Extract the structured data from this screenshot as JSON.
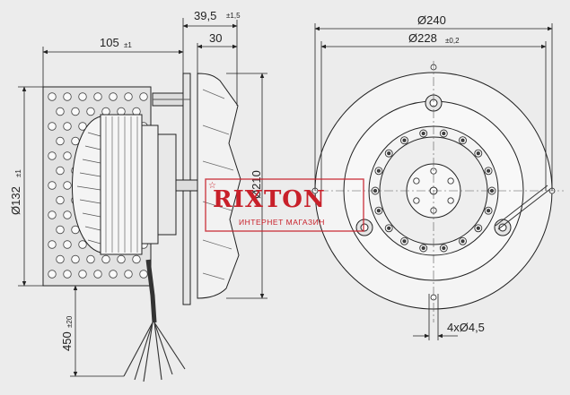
{
  "dimensions": {
    "width_105": "105",
    "width_105_tol": "±1",
    "offset_39_5": "39,5",
    "offset_39_5_tol": "±1,5",
    "width_30": "30",
    "dia_240": "Ø240",
    "dia_228": "Ø228",
    "dia_228_tol": "±0,2",
    "dia_210": "Ø210",
    "dia_132": "Ø132",
    "dia_132_tol": "±1",
    "cable_450": "450",
    "cable_450_tol": "±20",
    "holes": "4xØ4,5"
  },
  "watermark": {
    "brand": "RIXTON",
    "subtitle": "ИНТЕРНЕТ МАГАЗИН"
  },
  "colors": {
    "line": "#222222",
    "background": "#ececec",
    "brand": "#c8202a"
  }
}
